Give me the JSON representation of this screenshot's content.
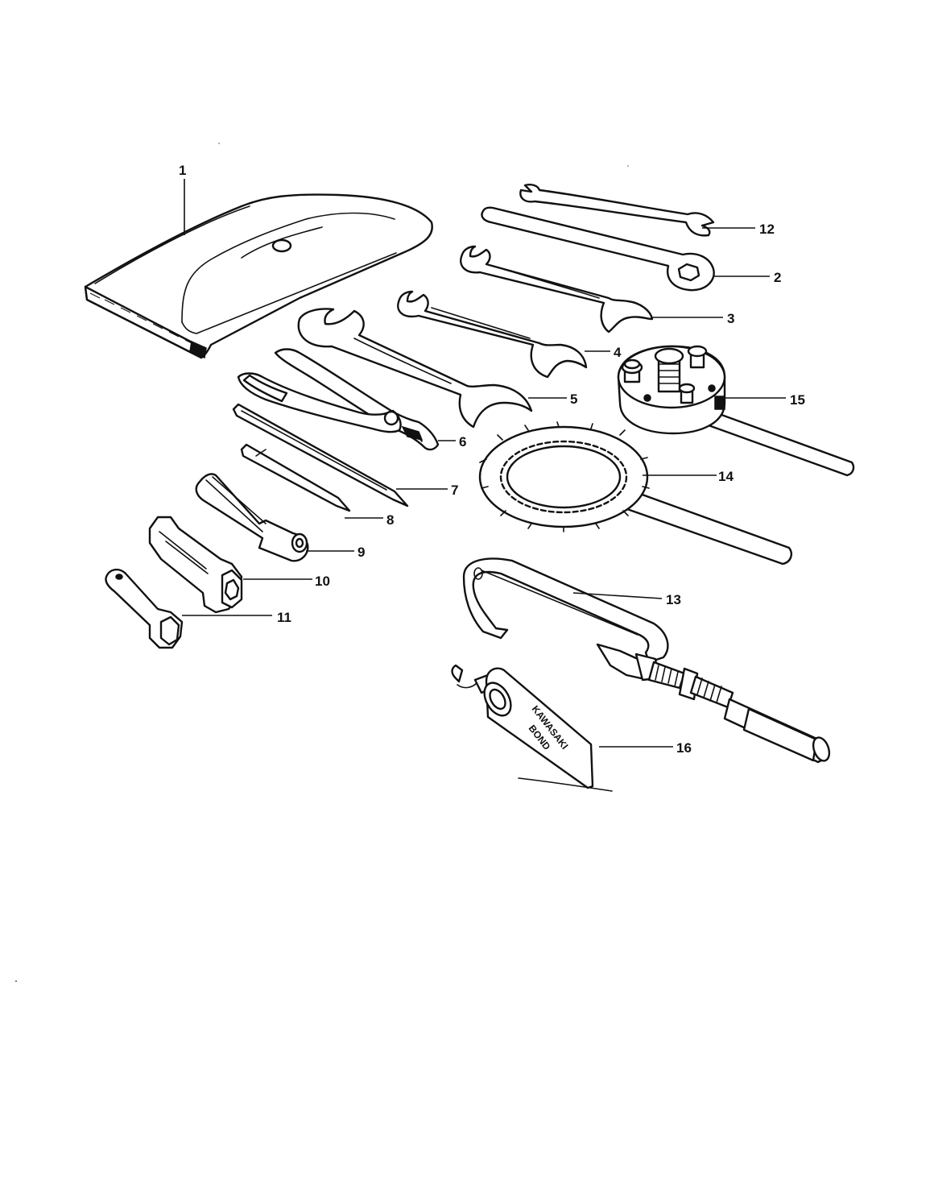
{
  "callouts": {
    "c1": "1",
    "c2": "2",
    "c3": "3",
    "c4": "4",
    "c5": "5",
    "c6": "6",
    "c7": "7",
    "c8": "8",
    "c9": "9",
    "c10": "10",
    "c11": "11",
    "c12": "12",
    "c13": "13",
    "c14": "14",
    "c15": "15",
    "c16": "16"
  },
  "tube_label": {
    "line1": "KAWASAKI",
    "line2": "BOND"
  },
  "colors": {
    "ink": "#111111",
    "paper": "#ffffff"
  }
}
